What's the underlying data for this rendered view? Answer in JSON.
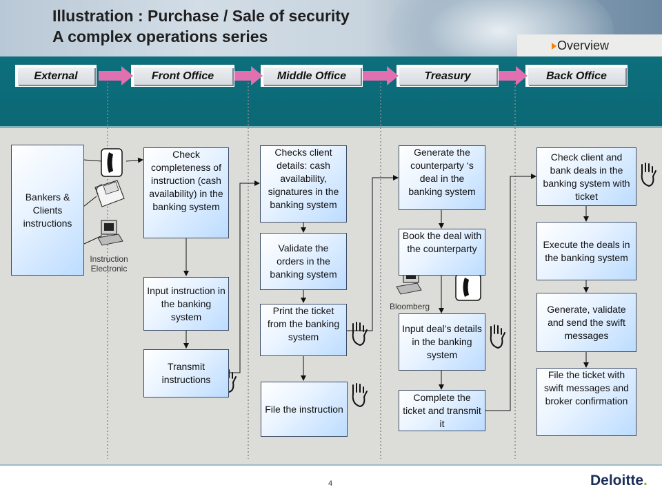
{
  "header": {
    "title_line1": "Illustration : Purchase / Sale of security",
    "title_line2": "A complex operations series",
    "overview_label": "Overview"
  },
  "departments": [
    "External",
    "Front Office",
    "Middle Office",
    "Treasury",
    "Back Office"
  ],
  "external": {
    "source_box": "Bankers & Clients instructions",
    "instruction_label": "Instruction\nElectronic"
  },
  "front_office": {
    "steps": [
      "Check completeness of instruction (cash availability) in the banking system",
      "Input instruction in the banking system",
      "Transmit instructions"
    ]
  },
  "middle_office": {
    "steps": [
      "Checks client details: cash availability, signatures in the banking system",
      "Validate the orders in the banking system",
      "Print the ticket from the banking system",
      "File the instruction"
    ]
  },
  "treasury": {
    "steps": [
      "Generate the counterparty ‘s deal in the banking system",
      "Book the deal with the counterparty",
      "Input deal’s details in the banking system",
      "Complete the ticket and transmit it"
    ],
    "bloomberg_label": "Bloomberg"
  },
  "back_office": {
    "steps": [
      "Check client and bank deals in the banking system with ticket",
      "Execute the deals in the banking system",
      "Generate, validate and send the swift messages",
      "File the ticket with swift messages and broker confirmation"
    ]
  },
  "footer": {
    "page_number": "4",
    "logo_text": "Deloitte",
    "logo_dot": "."
  },
  "colors": {
    "band": "#0c6875",
    "arrow": "#e070b0",
    "box_gradient_end": "#bcdcff",
    "logo_dot": "#86bc25"
  }
}
